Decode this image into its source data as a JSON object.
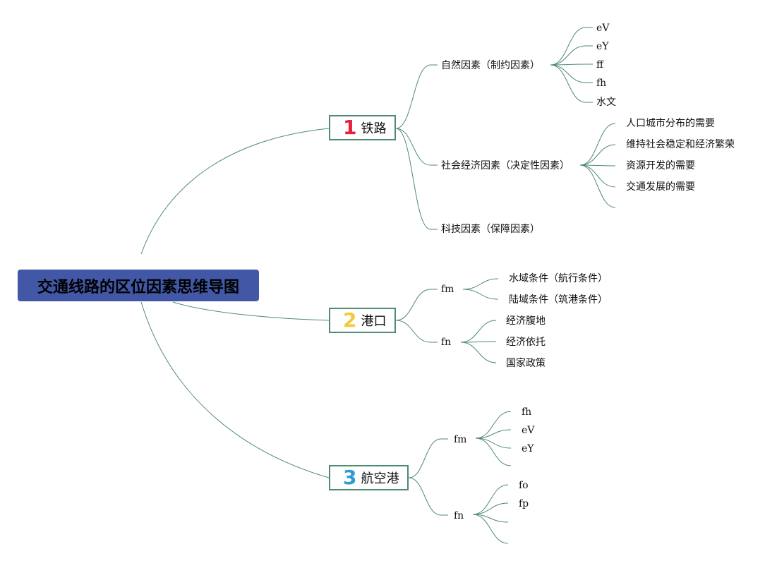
{
  "root": {
    "title": "交通线路的区位因素思维导图"
  },
  "colors": {
    "line": "#4f8a72",
    "root_bg": "#4258a6",
    "num1": "#e5213e",
    "num2": "#f6c93b",
    "num3": "#2f9bd6"
  },
  "railway": {
    "num": "1",
    "label": "铁路",
    "natural": {
      "label": "自然因素（制约因素）",
      "items": [
        "eV",
        "eY",
        "ff",
        "fh",
        "水文"
      ]
    },
    "socio": {
      "label": "社会经济因素（决定性因素）",
      "items": [
        "人口城市分布的需要",
        "维持社会稳定和经济繁荣",
        "资源开发的需要",
        "交通发展的需要"
      ]
    },
    "tech": {
      "label": "科技因素（保障因素）"
    }
  },
  "port": {
    "num": "2",
    "label": "港口",
    "fm": {
      "label": "fm",
      "items": [
        "水域条件（航行条件）",
        "陆域条件（筑港条件）"
      ]
    },
    "fn": {
      "label": "fn",
      "items": [
        "经济腹地",
        "经济依托",
        "国家政策"
      ]
    }
  },
  "airport": {
    "num": "3",
    "label": "航空港",
    "fm": {
      "label": "fm",
      "items": [
        "fh",
        "eV",
        "eY"
      ]
    },
    "fn": {
      "label": "fn",
      "items": [
        "fo",
        "fp"
      ]
    }
  }
}
